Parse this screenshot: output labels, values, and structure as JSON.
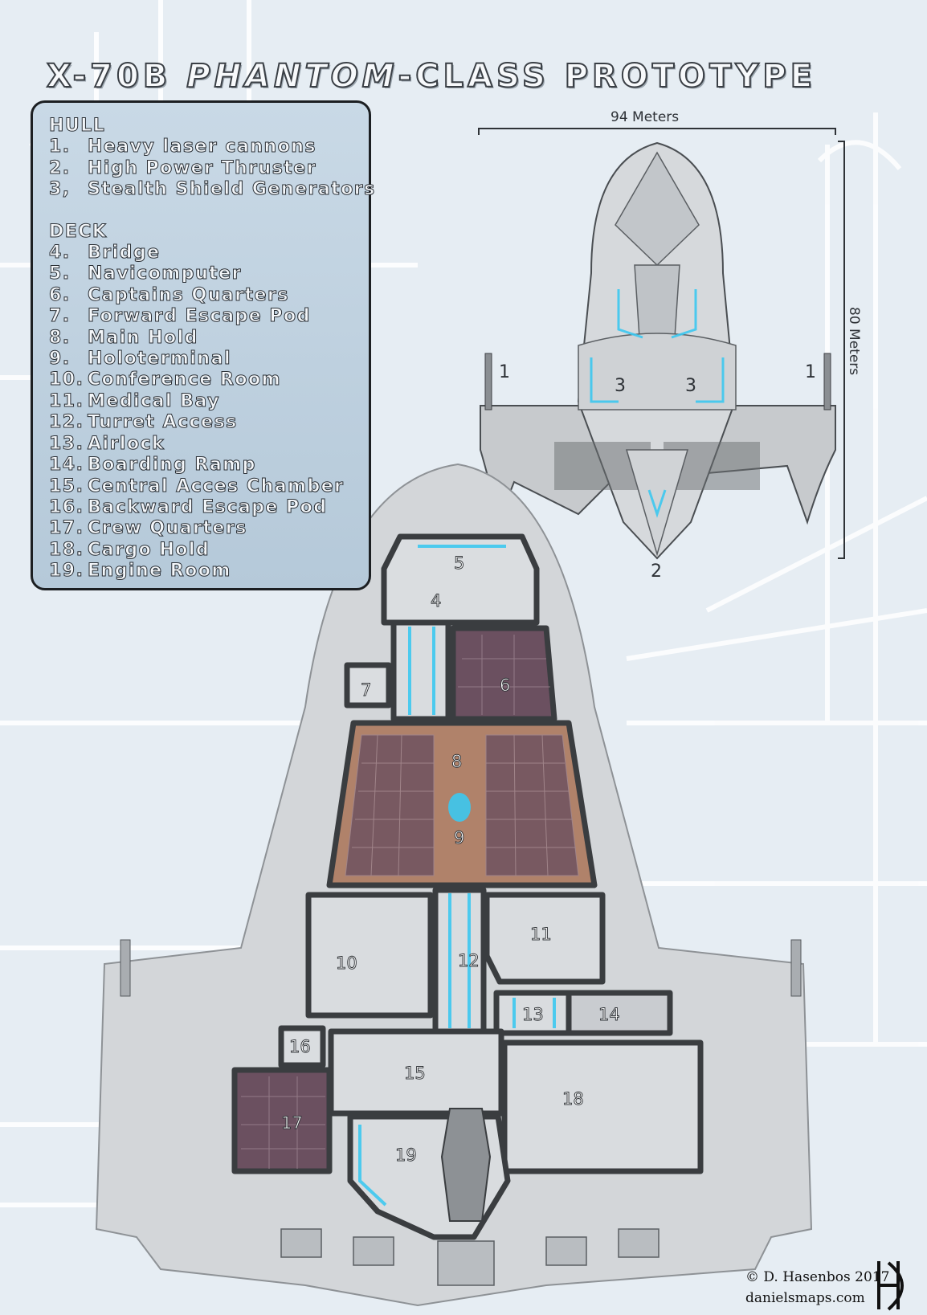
{
  "title": {
    "prefix": "X-70B ",
    "italic": "PHANTOM",
    "suffix": "-CLASS PROTOTYPE"
  },
  "legend": {
    "hull_heading": "HULL",
    "hull_items": [
      {
        "num": "1.",
        "label": "Heavy laser cannons"
      },
      {
        "num": "2.",
        "label": "High Power Thruster"
      },
      {
        "num": "3,",
        "label": "Stealth Shield Generators"
      }
    ],
    "deck_heading": "DECK",
    "deck_items": [
      {
        "num": "4.",
        "label": "Bridge"
      },
      {
        "num": "5.",
        "label": "Navicomputer"
      },
      {
        "num": "6.",
        "label": "Captains Quarters"
      },
      {
        "num": "7.",
        "label": "Forward Escape Pod"
      },
      {
        "num": "8.",
        "label": "Main Hold"
      },
      {
        "num": "9.",
        "label": "Holoterminal"
      },
      {
        "num": "10.",
        "label": "Conference Room"
      },
      {
        "num": "11.",
        "label": "Medical Bay"
      },
      {
        "num": "12.",
        "label": "Turret Access"
      },
      {
        "num": "13.",
        "label": "Airlock"
      },
      {
        "num": "14.",
        "label": "Boarding Ramp"
      },
      {
        "num": "15.",
        "label": "Central Acces Chamber"
      },
      {
        "num": "16.",
        "label": "Backward Escape Pod"
      },
      {
        "num": "17.",
        "label": "Crew Quarters"
      },
      {
        "num": "18.",
        "label": "Cargo Hold"
      },
      {
        "num": "19.",
        "label": "Engine Room"
      }
    ]
  },
  "dimensions": {
    "width_label": "94 Meters",
    "length_label": "80 Meters"
  },
  "exterior_markers": {
    "cannon_left": "1",
    "cannon_right": "1",
    "shield_left": "3",
    "shield_right": "3",
    "thruster": "2"
  },
  "room_labels": {
    "r4": "4",
    "r5": "5",
    "r6": "6",
    "r7": "7",
    "r8": "8",
    "r9": "9",
    "r10": "10",
    "r11": "11",
    "r12": "12",
    "r13": "13",
    "r14": "14",
    "r15": "15",
    "r16": "16",
    "r17": "17",
    "r18": "18",
    "r19": "19"
  },
  "credits": {
    "copyright": "© D. Hasenbos 2017",
    "website": "danielsmaps.com",
    "logo_text": "HD"
  },
  "colors": {
    "background": "#e6edf3",
    "hull": "#d3d6d9",
    "deck_floor": "#d9dcdf",
    "quarters_floor": "#6b5060",
    "hold_floor": "#b0826a",
    "accent_glow": "#3cc8f0",
    "legend_panel": "#bed0de"
  }
}
